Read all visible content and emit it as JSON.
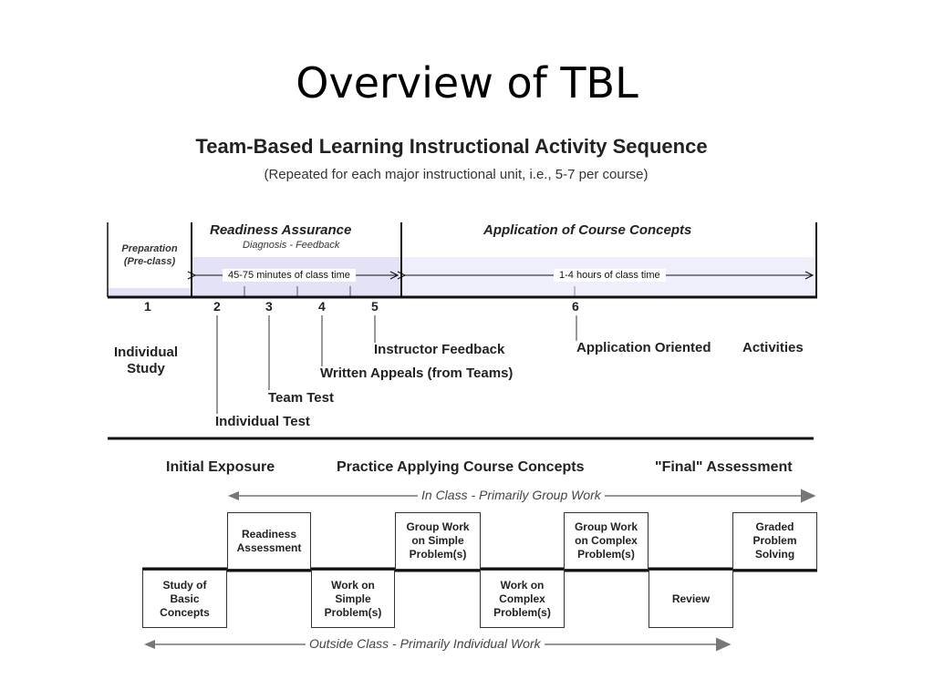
{
  "slide": {
    "title": "Overview of TBL"
  },
  "figure": {
    "title": "Team-Based Learning Instructional Activity Sequence",
    "subtitle": "(Repeated for each major instructional unit, i.e., 5-7 per course)"
  },
  "timeline": {
    "preparation": "Preparation\n(Pre-class)",
    "readiness_title": "Readiness Assurance",
    "readiness_sub": "Diagnosis - Feedback",
    "application_title": "Application of Course Concepts",
    "readiness_time": "45-75 minutes of class time",
    "application_time": "1-4 hours of class time",
    "numbers": [
      "1",
      "2",
      "3",
      "4",
      "5",
      "6"
    ],
    "steps": {
      "individual_study": "Individual\nStudy",
      "individual_test": "Individual Test",
      "team_test": "Team Test",
      "written_appeals": "Written Appeals (from Teams)",
      "instructor_feedback": "Instructor Feedback",
      "application_oriented": "Application Oriented",
      "activities": "Activities"
    }
  },
  "flow": {
    "phases": [
      "Initial Exposure",
      "Practice Applying Course Concepts",
      "\"Final\" Assessment"
    ],
    "in_class": "In Class - Primarily Group Work",
    "outside_class": "Outside Class - Primarily Individual Work",
    "upper_boxes": {
      "readiness": "Readiness\nAssessment",
      "group_simple": "Group Work\non Simple\nProblem(s)",
      "group_complex": "Group Work\non Complex\nProblem(s)",
      "graded": "Graded\nProblem\nSolving"
    },
    "lower_boxes": {
      "study": "Study of\nBasic\nConcepts",
      "work_simple": "Work on\nSimple\nProblem(s)",
      "work_complex": "Work on\nComplex\nProblem(s)",
      "review": "Review"
    }
  },
  "colors": {
    "band": "#e4e2f7",
    "band_inner": "#efeefb",
    "line": "#111111",
    "gray_arrow": "#777777"
  }
}
